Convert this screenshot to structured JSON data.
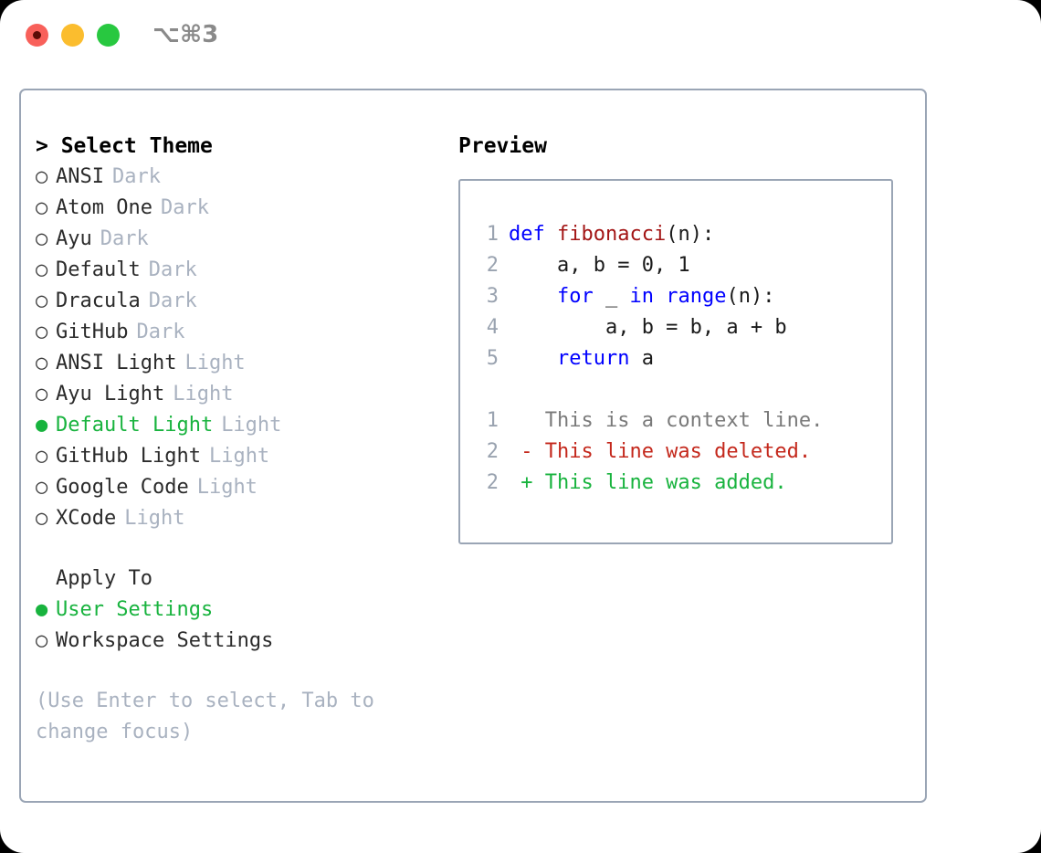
{
  "titlebar": {
    "shortcut": "⌥⌘3",
    "lights": [
      {
        "name": "close",
        "color": "#F8605A"
      },
      {
        "name": "minimize",
        "color": "#FBBD2E"
      },
      {
        "name": "maximize",
        "color": "#28C840"
      }
    ]
  },
  "theme_picker": {
    "header": "> Select Theme",
    "bullet_selected": "●",
    "bullet_unselected": "○",
    "items": [
      {
        "label": "ANSI",
        "tag": "Dark",
        "selected": false
      },
      {
        "label": "Atom One",
        "tag": "Dark",
        "selected": false
      },
      {
        "label": "Ayu",
        "tag": "Dark",
        "selected": false
      },
      {
        "label": "Default",
        "tag": "Dark",
        "selected": false
      },
      {
        "label": "Dracula",
        "tag": "Dark",
        "selected": false
      },
      {
        "label": "GitHub",
        "tag": "Dark",
        "selected": false
      },
      {
        "label": "ANSI Light",
        "tag": "Light",
        "selected": false
      },
      {
        "label": "Ayu Light",
        "tag": "Light",
        "selected": false
      },
      {
        "label": "Default Light",
        "tag": "Light",
        "selected": true
      },
      {
        "label": "GitHub Light",
        "tag": "Light",
        "selected": false
      },
      {
        "label": "Google Code",
        "tag": "Light",
        "selected": false
      },
      {
        "label": "XCode",
        "tag": "Light",
        "selected": false
      }
    ]
  },
  "apply_to": {
    "header": "Apply To",
    "items": [
      {
        "label": "User Settings",
        "selected": true
      },
      {
        "label": "Workspace Settings",
        "selected": false
      }
    ]
  },
  "hint": "(Use Enter to select, Tab to change focus)",
  "preview": {
    "title": "Preview",
    "code_lines": [
      {
        "no": "1",
        "tokens": [
          {
            "t": "def ",
            "c": "kw"
          },
          {
            "t": "fibonacci",
            "c": "fn"
          },
          {
            "t": "(n):",
            "c": "pl"
          }
        ]
      },
      {
        "no": "2",
        "tokens": [
          {
            "t": "    a, b = 0, 1",
            "c": "pl"
          }
        ]
      },
      {
        "no": "3",
        "tokens": [
          {
            "t": "    ",
            "c": "pl"
          },
          {
            "t": "for",
            "c": "kw"
          },
          {
            "t": " _ ",
            "c": "pl"
          },
          {
            "t": "in",
            "c": "kw"
          },
          {
            "t": " ",
            "c": "pl"
          },
          {
            "t": "range",
            "c": "kw"
          },
          {
            "t": "(n):",
            "c": "pl"
          }
        ]
      },
      {
        "no": "4",
        "tokens": [
          {
            "t": "        a, b = b, a + b",
            "c": "pl"
          }
        ]
      },
      {
        "no": "5",
        "tokens": [
          {
            "t": "    ",
            "c": "pl"
          },
          {
            "t": "return",
            "c": "kw"
          },
          {
            "t": " a",
            "c": "pl"
          }
        ]
      }
    ],
    "diff_lines": [
      {
        "no": "1",
        "marker": "  ",
        "text": "This is a context line.",
        "kind": "ctx"
      },
      {
        "no": "2",
        "marker": "- ",
        "text": "This line was deleted.",
        "kind": "del"
      },
      {
        "no": "2",
        "marker": "+ ",
        "text": "This line was added.",
        "kind": "add"
      }
    ]
  },
  "colors": {
    "accent_green": "#18B33E",
    "muted": "#A9B2C0",
    "keyword_blue": "#0000FF",
    "function_red": "#A31515",
    "diff_delete": "#C4281C",
    "diff_add": "#18B33E",
    "border": "#9AA5B5"
  }
}
